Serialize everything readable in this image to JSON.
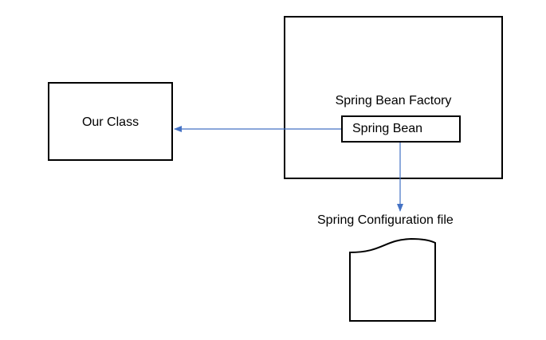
{
  "diagram": {
    "our_class": {
      "label": "Our Class"
    },
    "bean_factory": {
      "label": "Spring Bean Factory"
    },
    "spring_bean": {
      "label": "Spring Bean"
    },
    "config_file": {
      "label": "Spring Configuration file"
    }
  },
  "colors": {
    "arrow": "#4472c4",
    "outline": "#000000"
  }
}
